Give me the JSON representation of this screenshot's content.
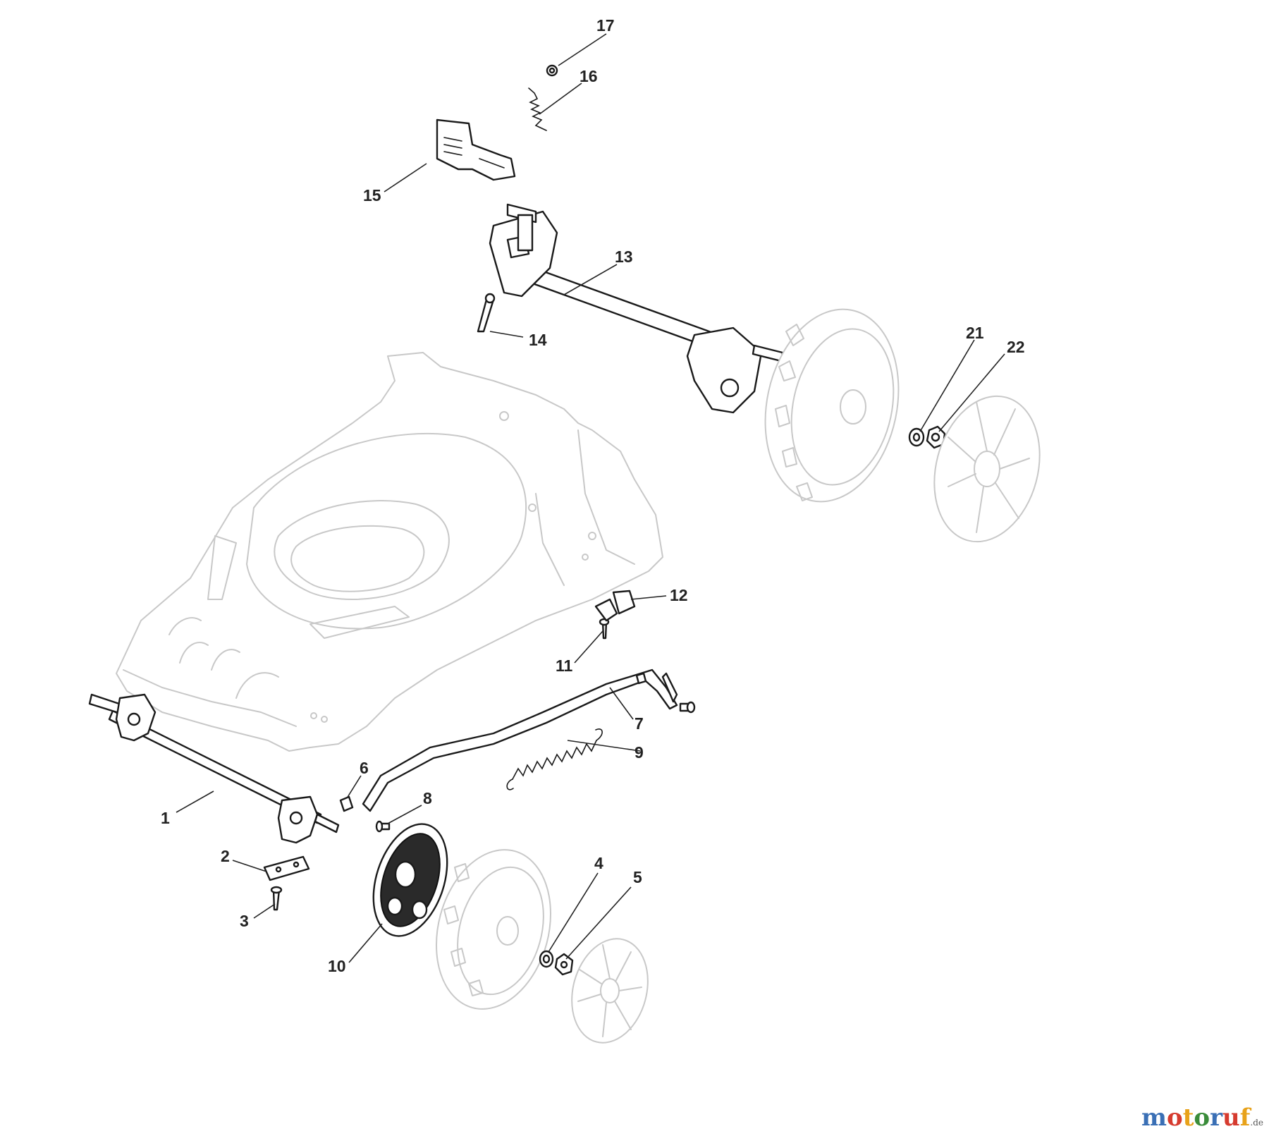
{
  "diagram": {
    "callouts": [
      {
        "id": "1",
        "label": "1"
      },
      {
        "id": "2",
        "label": "2"
      },
      {
        "id": "3",
        "label": "3"
      },
      {
        "id": "4",
        "label": "4"
      },
      {
        "id": "5",
        "label": "5"
      },
      {
        "id": "6",
        "label": "6"
      },
      {
        "id": "7",
        "label": "7"
      },
      {
        "id": "8",
        "label": "8"
      },
      {
        "id": "9",
        "label": "9"
      },
      {
        "id": "10",
        "label": "10"
      },
      {
        "id": "11",
        "label": "11"
      },
      {
        "id": "12",
        "label": "12"
      },
      {
        "id": "13",
        "label": "13"
      },
      {
        "id": "14",
        "label": "14"
      },
      {
        "id": "15",
        "label": "15"
      },
      {
        "id": "16",
        "label": "16"
      },
      {
        "id": "17",
        "label": "17"
      },
      {
        "id": "21",
        "label": "21"
      },
      {
        "id": "22",
        "label": "22"
      }
    ]
  },
  "watermark": {
    "letters": [
      "m",
      "o",
      "t",
      "o",
      "r",
      "u",
      "f"
    ],
    "colors": [
      "#3a6fb5",
      "#d63b2f",
      "#e8a21a",
      "#3a8c3a",
      "#3a6fb5",
      "#d63b2f",
      "#e8a21a"
    ],
    "suffix": ".de"
  }
}
